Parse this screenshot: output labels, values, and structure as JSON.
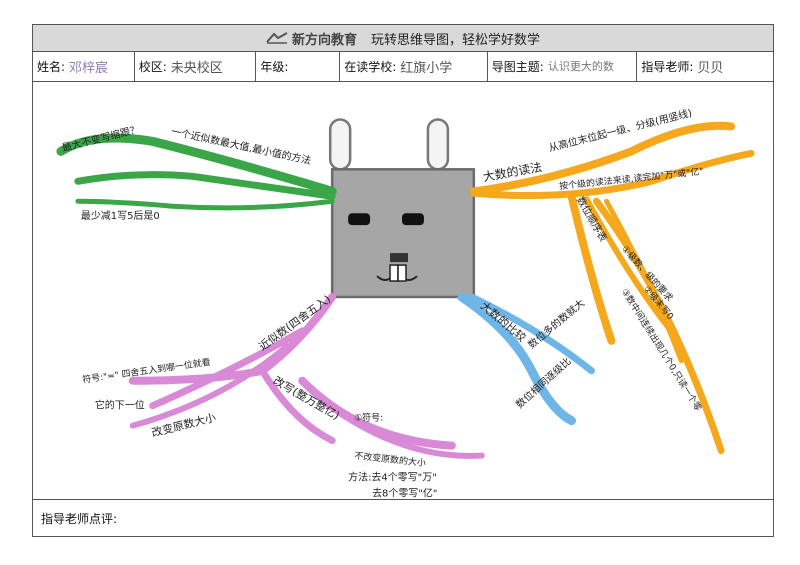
{
  "header": {
    "brand": "新方向教育",
    "slogan": "玩转思维导图，轻松学好数学"
  },
  "info": {
    "name_label": "姓名:",
    "name_value": "邓梓宸",
    "campus_label": "校区:",
    "campus_value": "未央校区",
    "grade_label": "年级:",
    "grade_value": "",
    "school_label": "在读学校:",
    "school_value": "红旗小学",
    "topic_label": "导图主题:",
    "topic_value": "认识更大的数",
    "teacher_label": "指导老师:",
    "teacher_value": "贝贝"
  },
  "footer": {
    "comment_label": "指导老师点评:"
  },
  "mindmap": {
    "green": {
      "b1": "最大不变写缩跟？",
      "b2": "一个近似数最大值,最小值的方法",
      "b3": "最少减1写5后是0"
    },
    "orange": {
      "main": "大数的读法",
      "b1": "从高位末位起一级、分级(用竖线)",
      "b2": "按个级的读法来读,读完加\"万\"或\"亿\"",
      "b3": "数位顺序表",
      "b4": "①级数、级的要求",
      "b5": "②级末写0",
      "b6": "③数中间连续出现几个0,只读一个零"
    },
    "blue": {
      "main": "大数的比较",
      "b1": "数位多的数就大",
      "b2": "数位相同逐级比"
    },
    "pink": {
      "main": "近似数(四舍五入)",
      "b1": "符号:\"≈\" 四舍五入到哪一位就看",
      "b2": "它的下一位",
      "b3": "改变原数大小",
      "b4": "改写(整万整亿)",
      "b5": "①符号:",
      "b6": "不改变原数的大小",
      "b7": "方法:去4个零写\"万\"",
      "b8": "去8个零写\"亿\""
    }
  },
  "colors": {
    "green": "#2f9e3a",
    "orange": "#f5a81c",
    "blue": "#6fb6e8",
    "pink": "#d98ad6",
    "gray": "#9a9a9a"
  }
}
